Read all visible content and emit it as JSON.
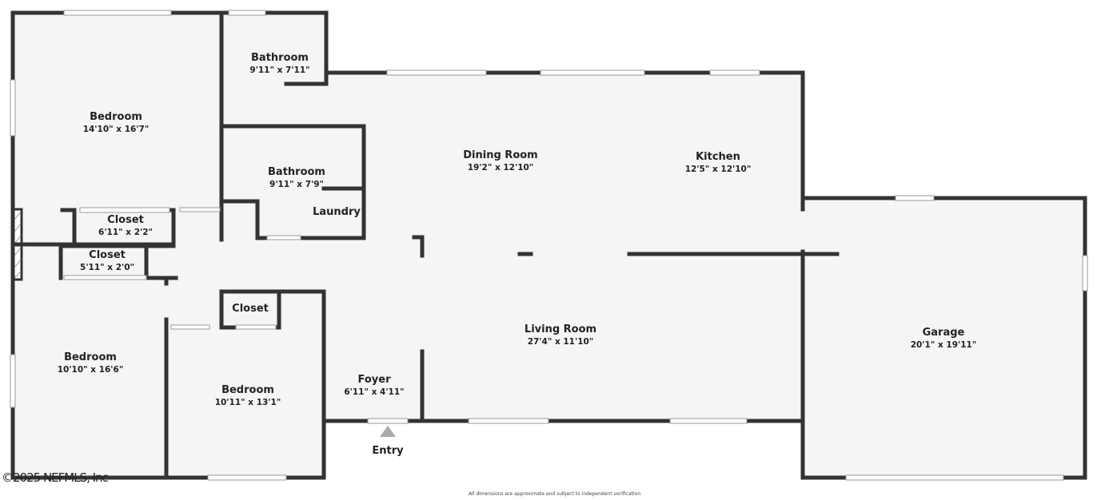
{
  "rooms": {
    "bedroom1": {
      "name": "Bedroom",
      "dims": "14'10\" x 16'7\""
    },
    "bathroom1": {
      "name": "Bathroom",
      "dims": "9'11\" x 7'11\""
    },
    "bathroom2": {
      "name": "Bathroom",
      "dims": "9'11\" x 7'9\""
    },
    "laundry": {
      "name": "Laundry"
    },
    "closet1": {
      "name": "Closet",
      "dims": "6'11\" x 2'2\""
    },
    "closet2": {
      "name": "Closet",
      "dims": "5'11\" x 2'0\""
    },
    "closet3": {
      "name": "Closet"
    },
    "bedroom2": {
      "name": "Bedroom",
      "dims": "10'10\" x 16'6\""
    },
    "bedroom3": {
      "name": "Bedroom",
      "dims": "10'11\" x 13'1\""
    },
    "foyer": {
      "name": "Foyer",
      "dims": "6'11\" x 4'11\""
    },
    "dining": {
      "name": "Dining Room",
      "dims": "19'2\" x 12'10\""
    },
    "kitchen": {
      "name": "Kitchen",
      "dims": "12'5\" x 12'10\""
    },
    "living": {
      "name": "Living Room",
      "dims": "27'4\" x 11'10\""
    },
    "garage": {
      "name": "Garage",
      "dims": "20'1\" x 19'11\""
    }
  },
  "entry": "Entry",
  "copyright": "©2025 NEFMLS, Inc",
  "disclaimer": "All dimensions are approximate and subject to independent verification",
  "colors": {
    "wall": "#333333",
    "floor": "#f5f5f5",
    "entry_arrow": "#aaaaaa"
  }
}
